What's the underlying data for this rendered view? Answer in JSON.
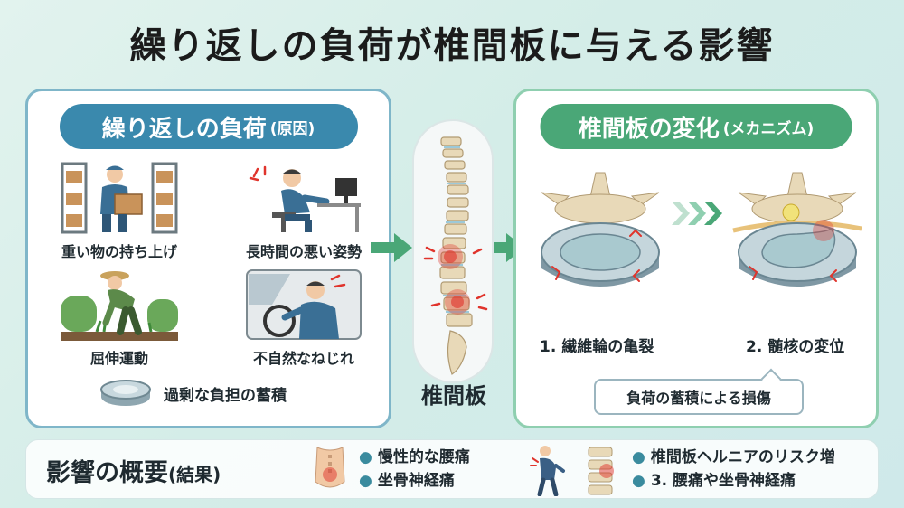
{
  "title": "繰り返しの負荷が椎間板に与える影響",
  "left_panel": {
    "heading": "繰り返しの負荷",
    "heading_suffix": "(原因)",
    "causes": [
      {
        "label": "重い物の持ち上げ",
        "icon": "warehouse-lifting-icon"
      },
      {
        "label": "長時間の悪い姿勢",
        "icon": "desk-posture-icon"
      },
      {
        "label": "屈伸運動",
        "icon": "gardening-bend-icon"
      },
      {
        "label": "不自然なねじれ",
        "icon": "driving-twist-icon"
      }
    ],
    "accumulation": "過剰な負担の蓄積"
  },
  "center": {
    "label": "椎間板"
  },
  "right_panel": {
    "heading": "椎間板の変化",
    "heading_suffix": "(メカニズム)",
    "stages": [
      {
        "label": "1. 繊維輪の亀裂"
      },
      {
        "label": "2. 髄核の変位"
      }
    ],
    "callout": "負荷の蓄積による損傷"
  },
  "bottom": {
    "heading": "影響の概要",
    "heading_suffix": "(結果)",
    "effects_left": [
      "慢性的な腰痛",
      "坐骨神経痛"
    ],
    "effects_right": [
      "椎間板ヘルニアのリスク増",
      "3. 腰痛や坐骨神経痛"
    ]
  },
  "colors": {
    "blue_pill": "#3a89ad",
    "green_pill": "#4aa777",
    "arrow": "#4aa777",
    "pain": "#e0342c"
  }
}
